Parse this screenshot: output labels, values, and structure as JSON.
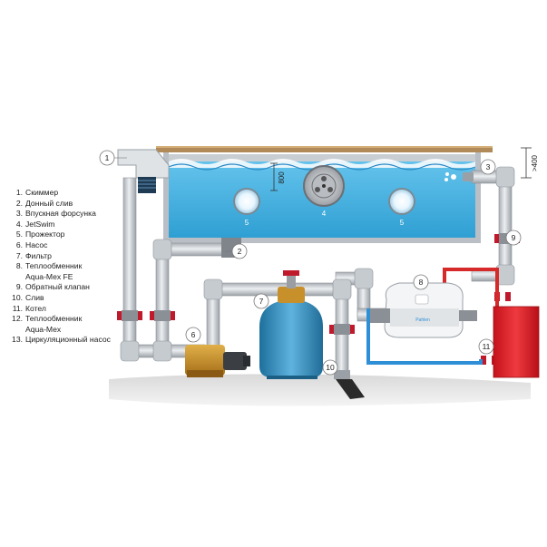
{
  "legend": [
    {
      "num": "1.",
      "text": "Скиммер"
    },
    {
      "num": "2.",
      "text": "Донный слив"
    },
    {
      "num": "3.",
      "text": "Впускная форсунка"
    },
    {
      "num": "4.",
      "text": "JetSwim"
    },
    {
      "num": "5.",
      "text": "Прожектор"
    },
    {
      "num": "6.",
      "text": "Насос"
    },
    {
      "num": "7.",
      "text": "Фильтр"
    },
    {
      "num": "8.",
      "text": "Теплообменник"
    },
    {
      "num": "",
      "text": "Aqua-Mex FE"
    },
    {
      "num": "9.",
      "text": "Обратный клапан"
    },
    {
      "num": "10.",
      "text": "Слив"
    },
    {
      "num": "11.",
      "text": "Котел"
    },
    {
      "num": "12.",
      "text": "Теплообменник"
    },
    {
      "num": "",
      "text": "Aqua-Mex"
    },
    {
      "num": "13.",
      "text": "Циркуляционный насос"
    }
  ],
  "callouts": {
    "c1": "1",
    "c2": "2",
    "c3": "3",
    "c4": "4",
    "c5a": "5",
    "c5b": "5",
    "c6": "6",
    "c7": "7",
    "c8": "8",
    "c9": "9",
    "c10": "10",
    "c11": "11"
  },
  "dimensions": {
    "depth": "800",
    "height": ">400"
  },
  "colors": {
    "water": "#3aaee0",
    "pipe": "#d4d8dc",
    "hot_pipe": "#d62a2a",
    "cold_pipe": "#2e8fd6",
    "boiler": "#e5202a",
    "filter": "#2f8fc0",
    "pump": "#c8902a",
    "valve": "#c0192c",
    "ground": "#cfcfcf",
    "deck": "#b08a58"
  },
  "brand": {
    "heat_exchanger_text": "Pahlen"
  }
}
